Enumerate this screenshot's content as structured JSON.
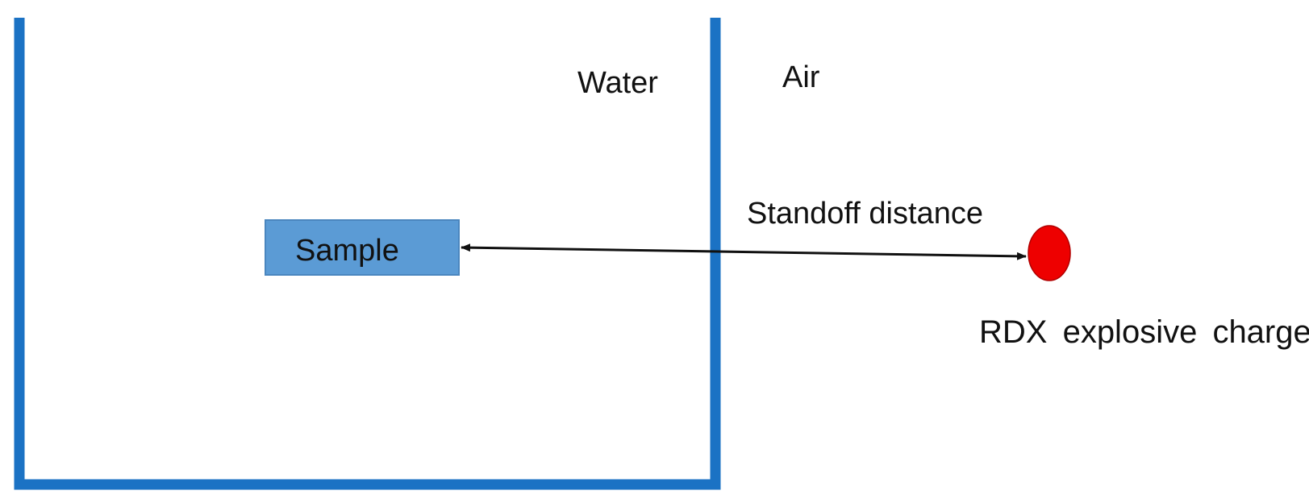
{
  "labels": {
    "water": "Water",
    "air": "Air",
    "standoff": "Standoff distance",
    "sample": "Sample",
    "charge": "RDX  explosive charge"
  },
  "colors": {
    "tank": "#1b72c4",
    "sample_fill": "#5b9bd5",
    "sample_border": "#4a86bf",
    "charge": "#ee0000",
    "arrow": "#111111",
    "text": "#111111"
  }
}
